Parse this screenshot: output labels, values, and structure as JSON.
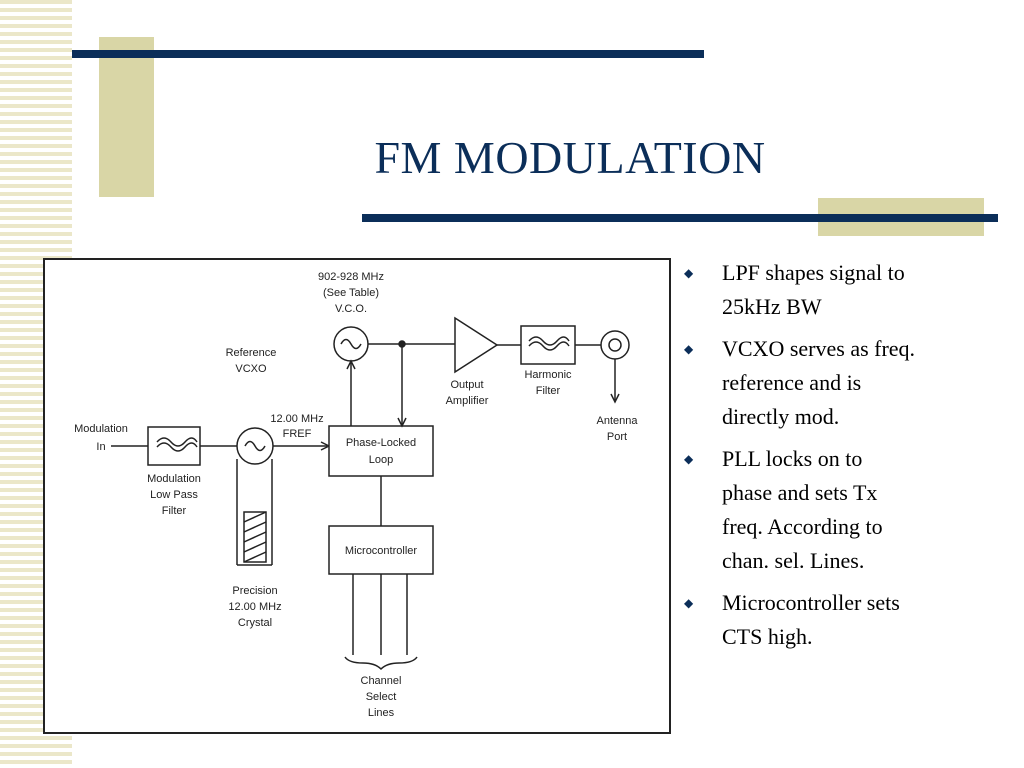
{
  "slide": {
    "title": "FM MODULATION"
  },
  "diagram": {
    "vco_freq": "902-928 MHz",
    "vco_table": "(See Table)",
    "vco_label": "V.C.O.",
    "ref_line1": "Reference",
    "ref_line2": "VCXO",
    "fref_line1": "12.00 MHz",
    "fref_line2": "FREF",
    "mod_in_line1": "Modulation",
    "mod_in_line2": "In",
    "lpf_line1": "Modulation",
    "lpf_line2": "Low Pass",
    "lpf_line3": "Filter",
    "pll_line1": "Phase-Locked",
    "pll_line2": "Loop",
    "micro_label": "Microcontroller",
    "amp_line1": "Output",
    "amp_line2": "Amplifier",
    "harm_line1": "Harmonic",
    "harm_line2": "Filter",
    "ant_line1": "Antenna",
    "ant_line2": "Port",
    "crystal_line1": "Precision",
    "crystal_line2": "12.00 MHz",
    "crystal_line3": "Crystal",
    "chan_line1": "Channel",
    "chan_line2": "Select",
    "chan_line3": "Lines"
  },
  "bullets": [
    {
      "text": "LPF shapes signal to\n25kHz BW"
    },
    {
      "text": "VCXO serves as freq.\nreference and is\ndirectly mod."
    },
    {
      "text": "PLL  locks on to\nphase and  sets Tx\nfreq. According to\nchan. sel. Lines."
    },
    {
      "text": "Microcontroller sets\nCTS high."
    }
  ],
  "bullet_glyph": "◆"
}
